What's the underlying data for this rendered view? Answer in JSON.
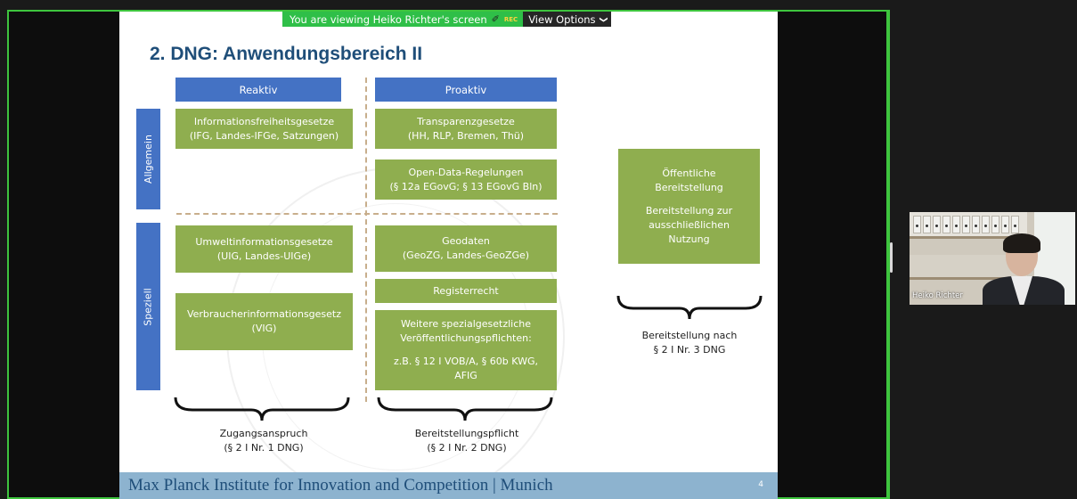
{
  "share_banner": {
    "viewing_text": "You are viewing Heiko Richter's screen",
    "pin_icon": "pin-icon",
    "rec_label": "REC",
    "view_options_label": "View Options",
    "chevron": "❯"
  },
  "slide": {
    "title": "2. DNG: Anwendungsbereich II",
    "columns": [
      "Reaktiv",
      "Proaktiv"
    ],
    "rows": [
      "Allgemein",
      "Speziell"
    ],
    "boxes": {
      "ifg": [
        "Informationsfreiheitsgesetze",
        "(IFG, Landes-IFGe, Satzungen)"
      ],
      "transparenz": [
        "Transparenzgesetze",
        "(HH, RLP, Bremen, Thü)"
      ],
      "opendata": [
        "Open-Data-Regelungen",
        "(§ 12a EGovG; § 13 EGovG Bln)"
      ],
      "uig": [
        "Umweltinformationsgesetze",
        "(UIG, Landes-UIGe)"
      ],
      "geodaten": [
        "Geodaten",
        "(GeoZG, Landes-GeoZGe)"
      ],
      "register": [
        "Registerrecht"
      ],
      "vig": [
        "Verbraucherinformationsgesetz",
        "(VIG)"
      ],
      "weitere": [
        "Weitere spezialgesetzliche",
        "Veröffentlichungspflichten:",
        "z.B. § 12 I VOB/A, § 60b KWG,",
        "AFIG"
      ],
      "oeffentlich": [
        "Öffentliche",
        "Bereitstellung",
        "Bereitstellung zur",
        "ausschließlichen",
        "Nutzung"
      ]
    },
    "braces": {
      "zugang": [
        "Zugangsanspruch",
        "(§ 2 I Nr. 1 DNG)"
      ],
      "pflicht": [
        "Bereitstellungspflicht",
        "(§ 2 I Nr. 2 DNG)"
      ],
      "nach": [
        "Bereitstellung nach",
        "§ 2 I Nr. 3 DNG"
      ]
    },
    "footer_text": "Max Planck Institute for Innovation and Competition | Munich",
    "page_number": "4",
    "colors": {
      "title": "#1f4e79",
      "header_blue": "#4472c4",
      "box_green": "#8fae4f",
      "footer_blue": "#8db3cf",
      "dash": "#c8ae8c"
    }
  },
  "participant": {
    "name": "Heiko Richter"
  },
  "colors": {
    "banner_green": "#2fbf48",
    "frame_green": "#3ec43e",
    "background": "#1a1a1a"
  }
}
